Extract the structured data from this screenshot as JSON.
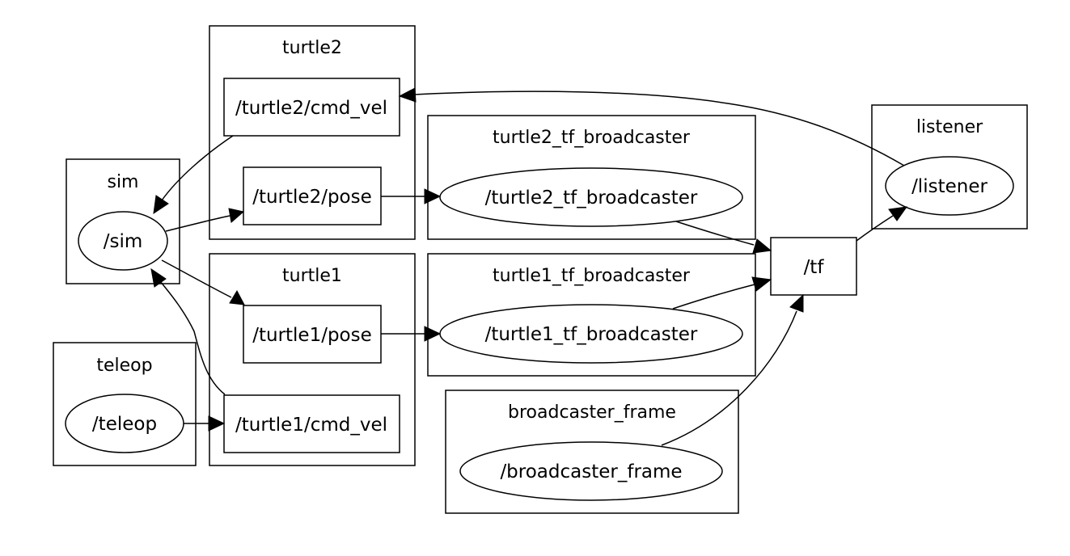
{
  "clusters": {
    "sim": "sim",
    "teleop": "teleop",
    "turtle2": "turtle2",
    "turtle1": "turtle1",
    "turtle2_tf_broadcaster": "turtle2_tf_broadcaster",
    "turtle1_tf_broadcaster": "turtle1_tf_broadcaster",
    "broadcaster_frame": "broadcaster_frame",
    "listener": "listener"
  },
  "nodes": {
    "sim": "/sim",
    "teleop": "/teleop",
    "turtle2_tf_broadcaster": "/turtle2_tf_broadcaster",
    "turtle1_tf_broadcaster": "/turtle1_tf_broadcaster",
    "broadcaster_frame": "/broadcaster_frame",
    "listener": "/listener"
  },
  "topics": {
    "turtle2_cmd_vel": "/turtle2/cmd_vel",
    "turtle2_pose": "/turtle2/pose",
    "turtle1_pose": "/turtle1/pose",
    "turtle1_cmd_vel": "/turtle1/cmd_vel",
    "tf": "/tf"
  },
  "edges": [
    {
      "from": "/turtle2/cmd_vel",
      "to": "/sim"
    },
    {
      "from": "/sim",
      "to": "/turtle2/pose"
    },
    {
      "from": "/sim",
      "to": "/turtle1/pose"
    },
    {
      "from": "/turtle1/cmd_vel",
      "to": "/sim"
    },
    {
      "from": "/teleop",
      "to": "/turtle1/cmd_vel"
    },
    {
      "from": "/turtle2/pose",
      "to": "/turtle2_tf_broadcaster"
    },
    {
      "from": "/turtle1/pose",
      "to": "/turtle1_tf_broadcaster"
    },
    {
      "from": "/turtle2_tf_broadcaster",
      "to": "/tf"
    },
    {
      "from": "/turtle1_tf_broadcaster",
      "to": "/tf"
    },
    {
      "from": "/broadcaster_frame",
      "to": "/tf"
    },
    {
      "from": "/tf",
      "to": "/listener"
    },
    {
      "from": "/listener",
      "to": "/turtle2/cmd_vel"
    }
  ]
}
